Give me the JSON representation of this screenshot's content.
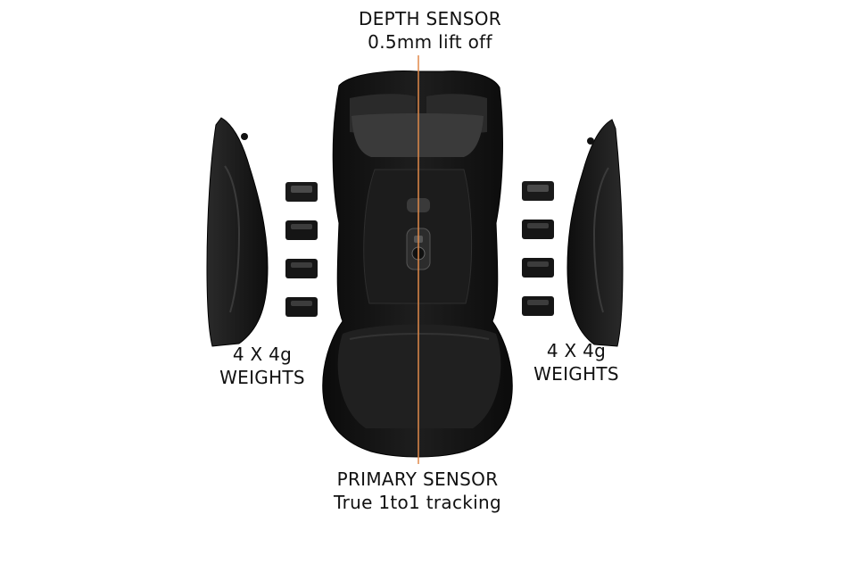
{
  "labels": {
    "depth_sensor": {
      "line1": "DEPTH SENSOR",
      "line2": "0.5mm lift off"
    },
    "primary_sensor": {
      "line1": "PRIMARY SENSOR",
      "line2": "True 1to1 tracking"
    },
    "weights_left": {
      "line1": "4 X 4g",
      "line2": "WEIGHTS"
    },
    "weights_right": {
      "line1": "4 X 4g",
      "line2": "WEIGHTS"
    }
  },
  "colors": {
    "background": "#ffffff",
    "mouse_body": "#141414",
    "accent_line": "#e0894a"
  }
}
